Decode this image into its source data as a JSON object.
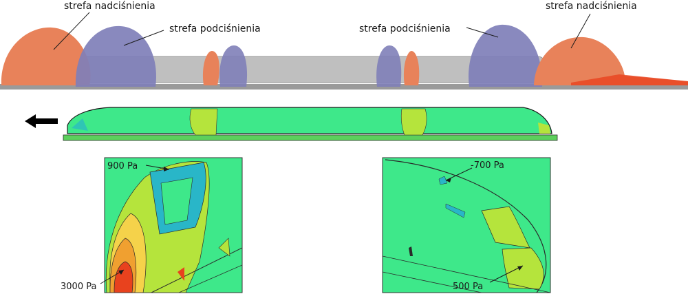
{
  "top_view": {
    "overpressure_label_left": "strefa nadciśnienia",
    "underpressure_label_left": "strefa podciśnienia",
    "underpressure_label_right": "strefa podciśnienia",
    "overpressure_label_right": "strefa nadciśnienia"
  },
  "middle_view": {
    "direction_arrow": "arrow-left-icon"
  },
  "detail_front": {
    "label_top": "900 Pa",
    "label_bottom": "3000 Pa"
  },
  "detail_rear": {
    "label_top": "-700 Pa",
    "label_bottom": "500 Pa"
  },
  "colors": {
    "overpressure_zone": "#e8825a",
    "underpressure_zone": "#7f7fb8",
    "train_body_gray": "#a8a8a8",
    "surface_green": "#3ee88a",
    "yellow_green": "#b5e43c",
    "cyan": "#29b6c8",
    "orange": "#f0a030",
    "red": "#e8421e"
  }
}
